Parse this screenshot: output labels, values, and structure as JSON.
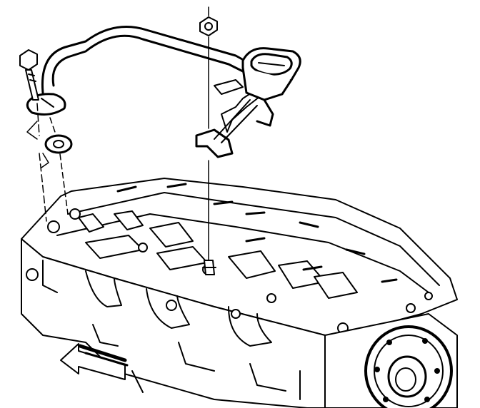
{
  "diagram": {
    "background_color": "#ffffff",
    "line_color": "#000000",
    "parts": [
      "oil-pickup-tube",
      "pickup-screen-housing",
      "bolt",
      "washer",
      "gasket",
      "nut",
      "mounting-stud",
      "engine-block",
      "crankshaft-flange",
      "front-of-engine-arrow"
    ]
  }
}
